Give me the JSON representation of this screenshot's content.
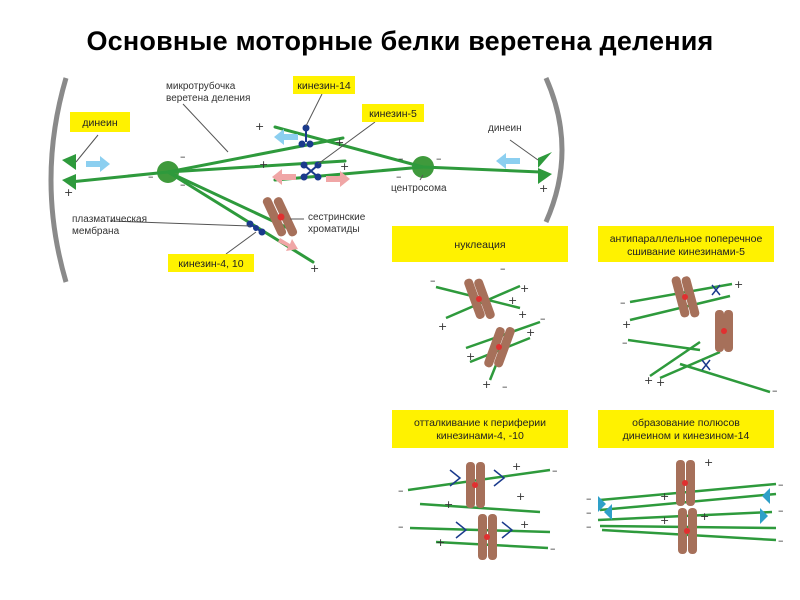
{
  "title": "Основные моторные белки веретена деления",
  "top_diagram": {
    "labels": {
      "dynein_left": "динеин",
      "dynein_right": "динеин",
      "microtubule": [
        "микротрубочка",
        "веретена деления"
      ],
      "kinesin14": "кинезин-14",
      "kinesin5": "кинезин-5",
      "centrosome": "центросома",
      "membrane": [
        "плазматическая",
        "мембрана"
      ],
      "chromatids": [
        "сестринские",
        "хроматиды"
      ],
      "kinesin4_10": "кинезин-4, 10"
    },
    "signs": {
      "plus": "+",
      "minus": "–"
    }
  },
  "panels": [
    {
      "title": [
        "нуклеация"
      ]
    },
    {
      "title": [
        "антипараллельное поперечное",
        "сшивание кинезинами-5"
      ]
    },
    {
      "title": [
        "отталкивание к периферии",
        "кинезинами-4, -10"
      ]
    },
    {
      "title": [
        "образование полюсов",
        "динеином и кинезином-14"
      ]
    }
  ],
  "colors": {
    "microtubule": "#2e9a3c",
    "label_fill": "#fff200",
    "chromatid": "#a6705a",
    "motor": "#1a3a8c",
    "arrow_blue": "#8ccff0",
    "arrow_pink": "#f0a6a6",
    "centrosome": "#3f9a3c",
    "membrane": "#8a8a8a"
  }
}
